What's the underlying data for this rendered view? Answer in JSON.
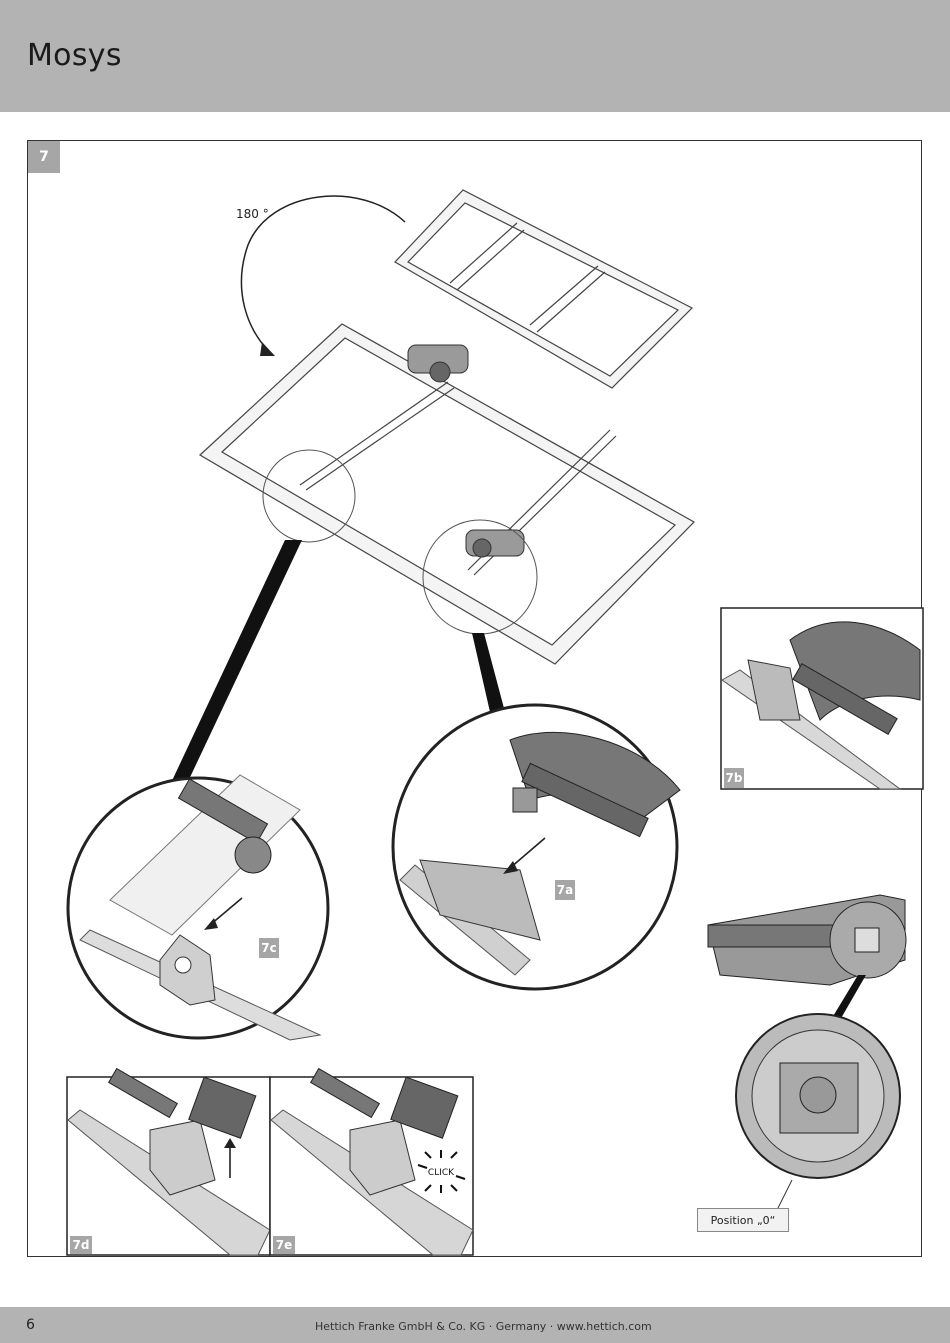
{
  "header": {
    "title": "Mosys"
  },
  "step": {
    "number": "7"
  },
  "rotation_label": "180 °",
  "callouts": {
    "a": "7a",
    "b": "7b",
    "c": "7c",
    "d": "7d",
    "e": "7e"
  },
  "click_text": "CLICK",
  "position_label": "Position „0“",
  "footer": {
    "page_number": "6",
    "text": "Hettich Franke GmbH & Co. KG · Germany · www.hettich.com"
  },
  "colors": {
    "band": "#b3b3b3",
    "badge": "#a6a6a6"
  }
}
